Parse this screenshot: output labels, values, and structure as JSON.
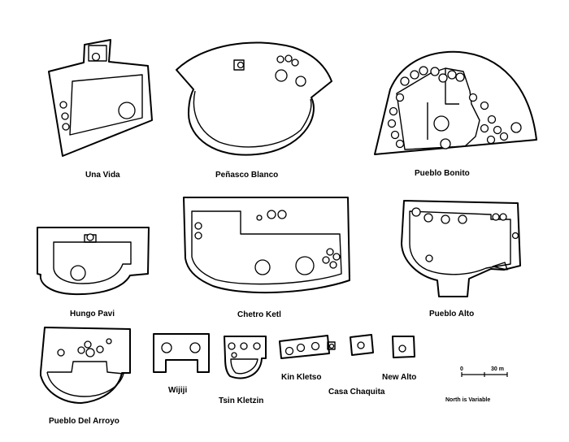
{
  "sites": [
    {
      "name": "Una Vida"
    },
    {
      "name": "Peñasco Blanco"
    },
    {
      "name": "Pueblo Bonito"
    },
    {
      "name": "Hungo Pavi"
    },
    {
      "name": "Chetro Ketl"
    },
    {
      "name": "Pueblo Alto"
    },
    {
      "name": "Pueblo Del Arroyo"
    },
    {
      "name": "Wijiji"
    },
    {
      "name": "Tsin Kletzin"
    },
    {
      "name": "Kin Kletso"
    },
    {
      "name": "Casa Chaquita"
    },
    {
      "name": "New Alto"
    }
  ],
  "scale": {
    "zero": "0",
    "max": "30 m"
  },
  "note": "North is Variable"
}
